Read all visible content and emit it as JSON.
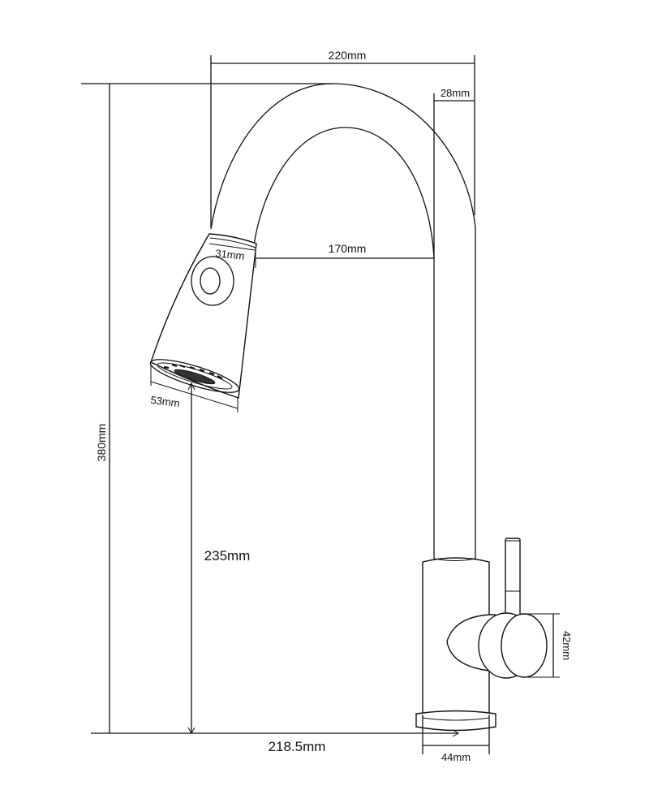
{
  "diagram": {
    "subject": "Pull-down kitchen faucet dimension drawing",
    "colors": {
      "line": "#111111",
      "background": "#ffffff"
    },
    "dimensions": {
      "spout_reach_total": "220mm",
      "spout_pipe_diameter": "28mm",
      "spray_head_top": "31mm",
      "spout_inner_reach": "170mm",
      "spray_head_bottom": "53mm",
      "total_height": "380mm",
      "spray_outlet_height": "235mm",
      "outlet_to_base_center": "218.5mm",
      "handle_height": "42mm",
      "base_diameter": "44mm"
    }
  }
}
